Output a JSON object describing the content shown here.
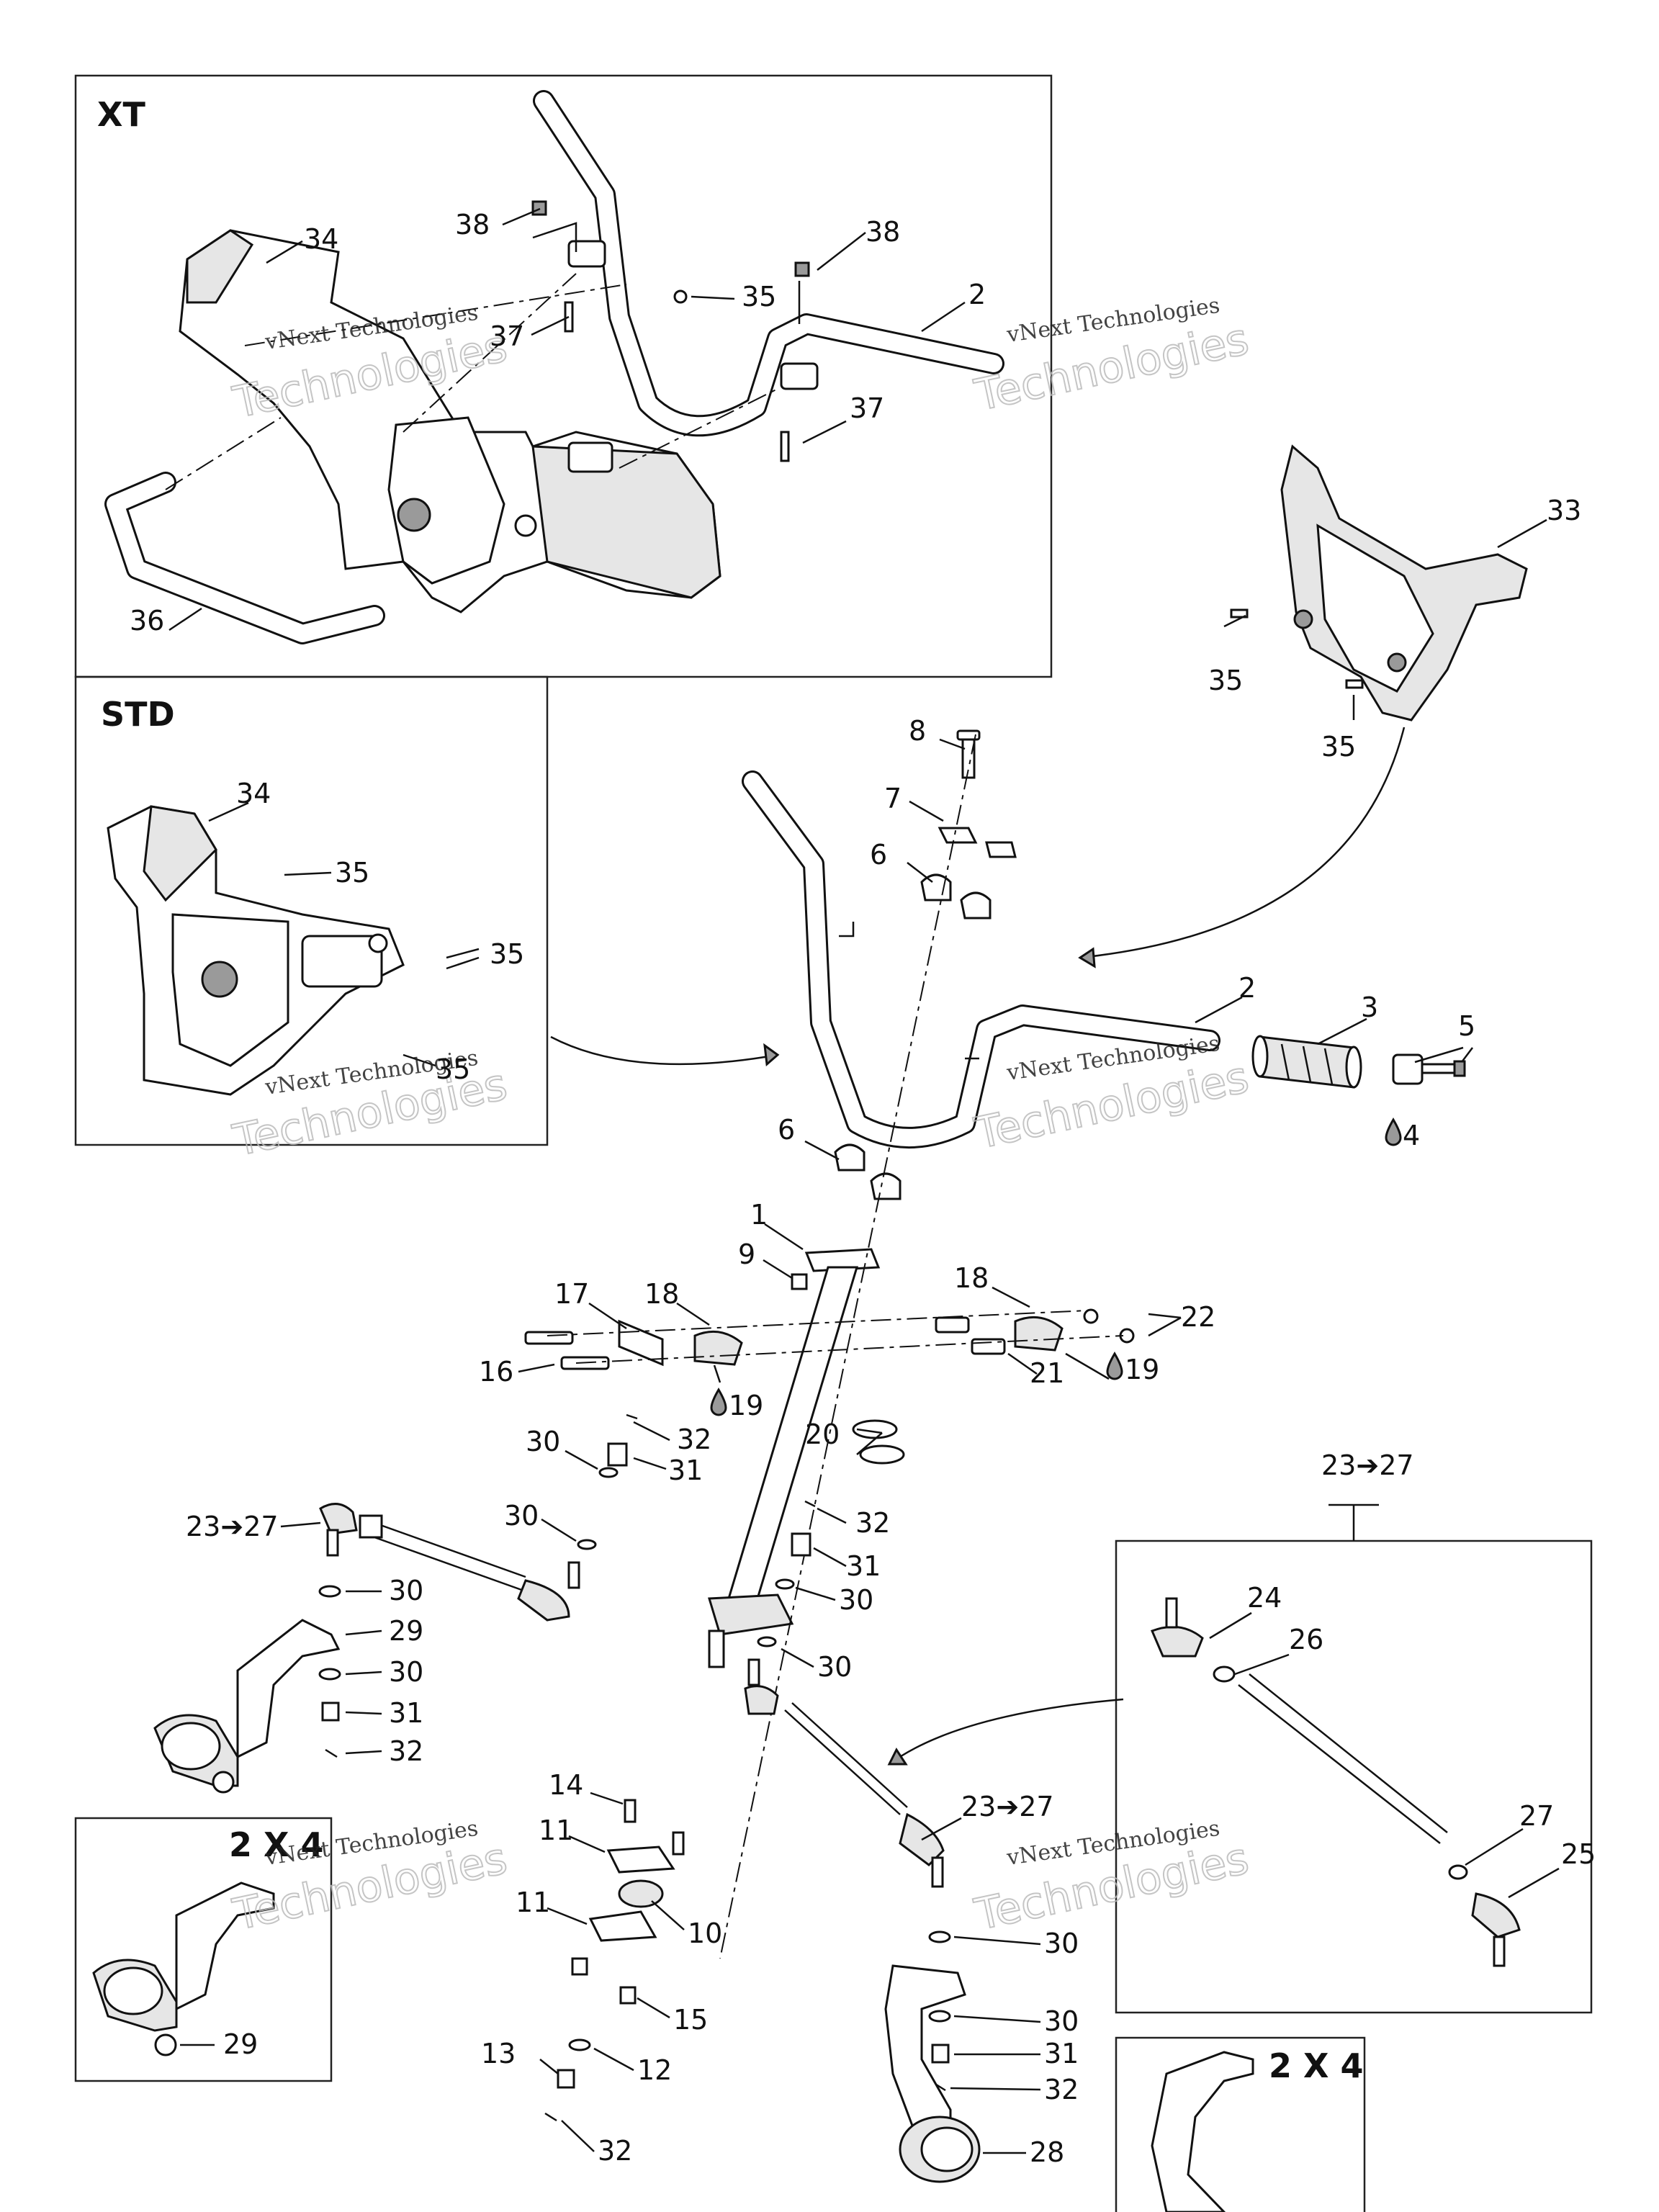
{
  "boxes": {
    "xt": "XT",
    "std": "STD",
    "two_wd_left": "2 X 4",
    "two_wd_right": "2 X 4",
    "tie_rod_detail": "23➔27"
  },
  "watermark": {
    "line1": "vNext Technologies",
    "line2": "Technologies"
  },
  "labels": {
    "n1": "1",
    "n2": "2",
    "n3": "3",
    "n4": "4",
    "n5": "5",
    "n6": "6",
    "n7": "7",
    "n8": "8",
    "n9": "9",
    "n10": "10",
    "n11": "11",
    "n12": "12",
    "n13": "13",
    "n14": "14",
    "n15": "15",
    "n16": "16",
    "n17": "17",
    "n18": "18",
    "n19": "19",
    "n20": "20",
    "n21": "21",
    "n22": "22",
    "n23_27": "23➔27",
    "n24": "24",
    "n25": "25",
    "n26": "26",
    "n27": "27",
    "n28": "28",
    "n29": "29",
    "n30": "30",
    "n31": "31",
    "n32": "32",
    "n33": "33",
    "n34": "34",
    "n35": "35",
    "n36": "36",
    "n37": "37",
    "n38": "38"
  },
  "colors": {
    "line": "#111111",
    "background": "#ffffff"
  }
}
